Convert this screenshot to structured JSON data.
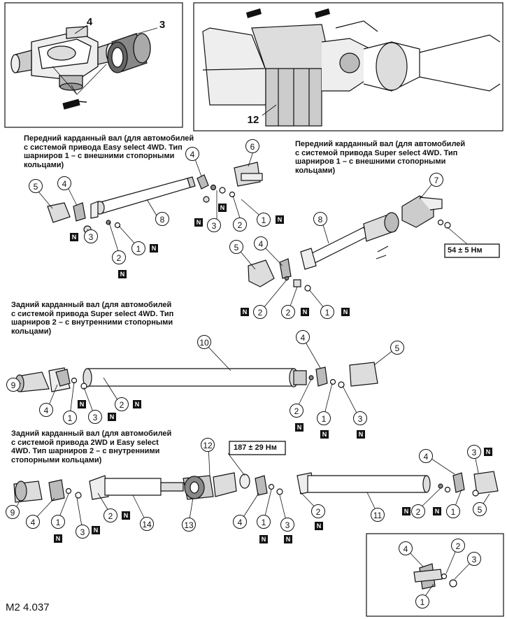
{
  "figure_code": "M2 4.037",
  "captions": {
    "front_easy": "Передний карданный вал (для автомобилей\nс системой привода Easy select 4WD. Тип\nшарниров 1 – с внешними стопорными\nкольцами)",
    "front_super": "Передний карданный вал (для автомобилей\nс системой привода Super select 4WD. Тип\nшарниров 1 – с внешними стопорными\nкольцами)",
    "rear_super": "Задний карданный вал (для автомобилей\nс системой привода Super select 4WD. Тип\nшарниров 2 – с внутренними стопорными\nкольцами)",
    "rear_2wd": "Задний карданный вал (для автомобилей\nс системой привода 2WD и Easy select\n4WD. Тип шарниров 2 – с внутренними\nстопорными кольцами)"
  },
  "torques": {
    "front_flange": "54 ± 5 Нм",
    "center_bearing": "187 ± 29 Нм"
  },
  "new_part_mark": "N",
  "callouts": {
    "cross": "4",
    "bearing_cup": "3",
    "damper": "12",
    "fe_yoke": "5",
    "fe_cross": "4",
    "fe_cup": "3",
    "fe_snap": "2",
    "fe_ring": "1",
    "fe_shaft": "8",
    "fe_cross2": "4",
    "fe_yoke2": "6",
    "fe_cup2": "3",
    "fe_snap2": "2",
    "fe_ring2": "1",
    "fs_flange": "7",
    "fs_shaft": "8",
    "fs_yoke": "5",
    "fs_cross": "4",
    "fs_snap": "2",
    "fs_cup": "2",
    "fs_ring": "1",
    "rs_shaft": "10",
    "rs_flange": "9",
    "rs_cross": "4",
    "rs_ring": "1",
    "rs_cup": "3",
    "rs_snap": "2",
    "rs_cross2": "4",
    "rs_yoke": "5",
    "rs_snap2": "2",
    "rs_ring2": "1",
    "rs_cup2": "3",
    "r2_flange": "9",
    "r2_cross": "4",
    "r2_ring": "1",
    "r2_cup": "3",
    "r2_snap": "2",
    "r2_shaft": "14",
    "r2_bearing": "12",
    "r2_support": "13",
    "r2_cross2": "4",
    "r2_ring2": "1",
    "r2_cup2": "3",
    "r2_snap2": "2",
    "r2_shaft2": "11",
    "r2_cross3": "4",
    "r2_cup3": "3",
    "r2_snap3": "2",
    "r2_ring3": "1",
    "r2_yoke": "5",
    "inset_cross": "4",
    "inset_snap": "2",
    "inset_cup": "3",
    "inset_ring": "1"
  }
}
